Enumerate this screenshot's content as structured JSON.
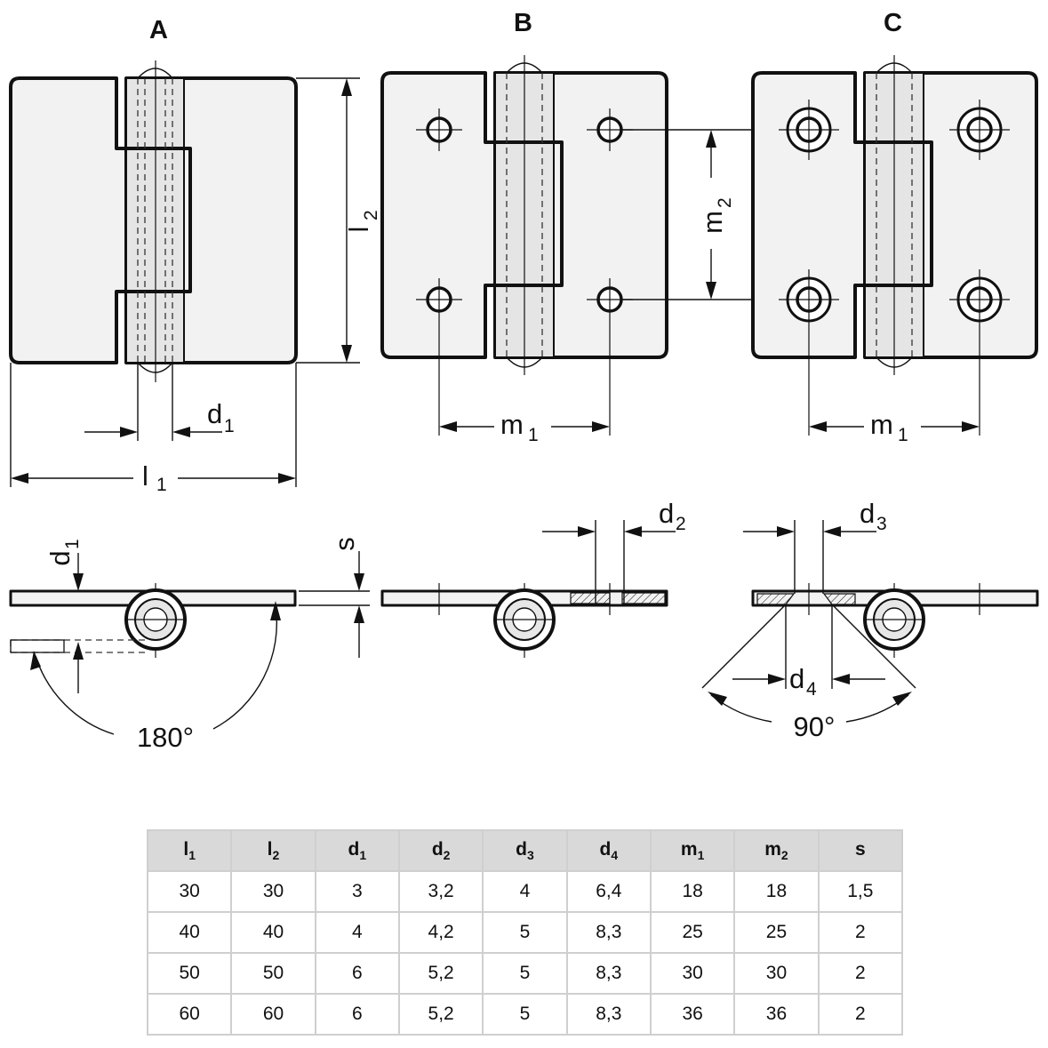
{
  "views": {
    "a": "A",
    "b": "B",
    "c": "C"
  },
  "dimension_labels": {
    "l1": {
      "main": "l",
      "sub": "1"
    },
    "l2": {
      "main": "l",
      "sub": "2"
    },
    "d1": {
      "main": "d",
      "sub": "1"
    },
    "d2": {
      "main": "d",
      "sub": "2"
    },
    "d3": {
      "main": "d",
      "sub": "3"
    },
    "d4": {
      "main": "d",
      "sub": "4"
    },
    "m1": {
      "main": "m",
      "sub": "1"
    },
    "m2": {
      "main": "m",
      "sub": "2"
    },
    "s": "s"
  },
  "angles": {
    "open_angle": "180°",
    "countersink_angle": "90°"
  },
  "table": {
    "headers": [
      {
        "main": "l",
        "sub": "1"
      },
      {
        "main": "l",
        "sub": "2"
      },
      {
        "main": "d",
        "sub": "1"
      },
      {
        "main": "d",
        "sub": "2"
      },
      {
        "main": "d",
        "sub": "3"
      },
      {
        "main": "d",
        "sub": "4"
      },
      {
        "main": "m",
        "sub": "1"
      },
      {
        "main": "m",
        "sub": "2"
      },
      {
        "main": "s",
        "sub": ""
      }
    ],
    "rows": [
      [
        "30",
        "30",
        "3",
        "3,2",
        "4",
        "6,4",
        "18",
        "18",
        "1,5"
      ],
      [
        "40",
        "40",
        "4",
        "4,2",
        "5",
        "8,3",
        "25",
        "25",
        "2"
      ],
      [
        "50",
        "50",
        "6",
        "5,2",
        "5",
        "8,3",
        "30",
        "30",
        "2"
      ],
      [
        "60",
        "60",
        "6",
        "5,2",
        "5",
        "8,3",
        "36",
        "36",
        "2"
      ]
    ]
  }
}
